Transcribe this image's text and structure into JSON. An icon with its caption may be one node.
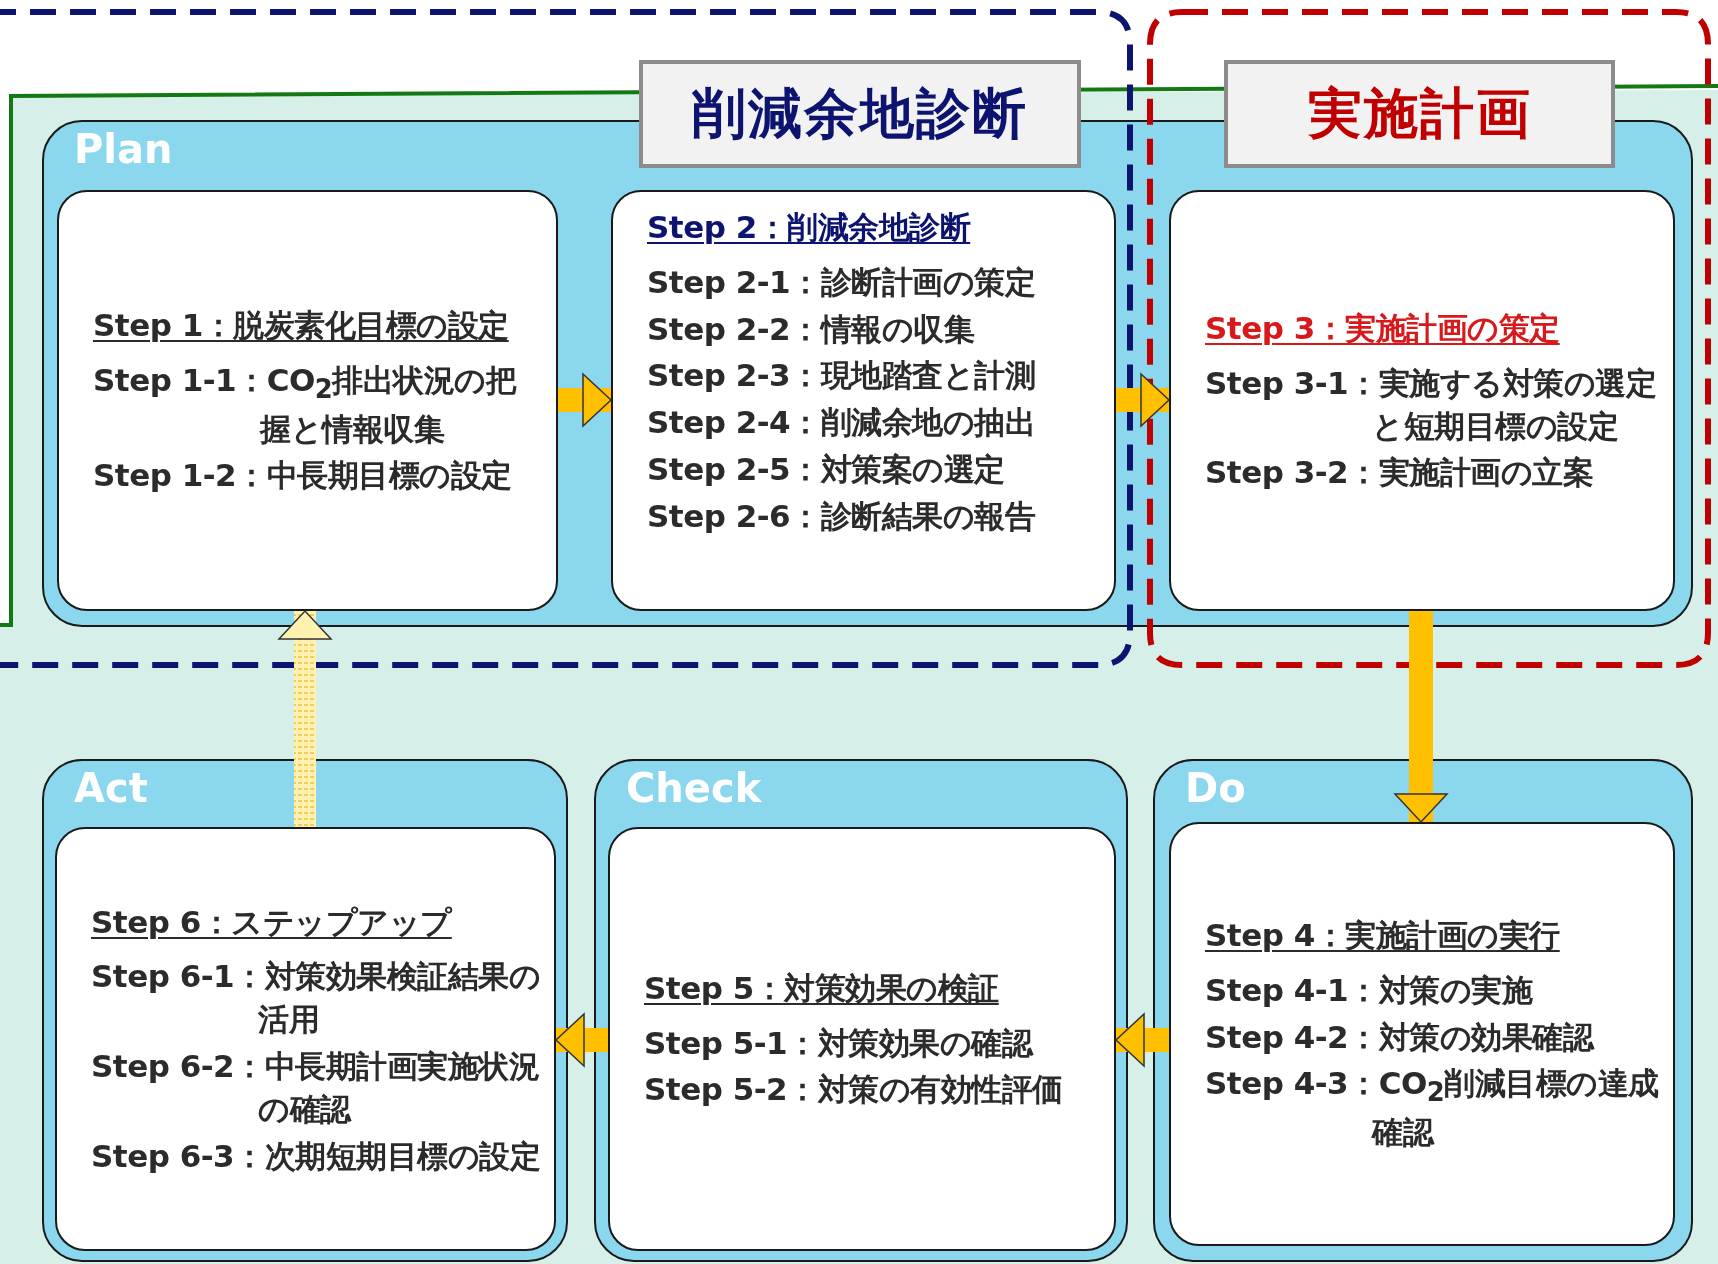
{
  "diagram": {
    "nodes": [
      {
        "text": [
          "Plan"
        ]
      },
      {
        "text": [
          "Step 1：脱炭素化目標の設定",
          "Step 1-1：CO$_{2}$排出状況の把握と情報収集",
          "Step 1-2：中長期目標の設定"
        ],
        "in": 0
      },
      {
        "text": [
          "Step 2：削減余地診断",
          "Step 2-1：診断計画の策定",
          "Step 2-2：情報の収集",
          "Step 2-3：現地踏査と計測",
          "Step 2-4：削減余地の抽出",
          "Step 2-5：対策案の選定",
          "Step 2-6：診断結果の報告"
        ],
        "in": 0
      },
      {
        "text": [
          "Step 3：実施計画の策定",
          "Step 3-1：実施する対策の選定と短期目標の設定",
          "Step 3-2：実施計画の立案"
        ],
        "in": 0
      },
      {
        "text": [
          "Act"
        ]
      },
      {
        "text": [
          "Step 6：ステップアップ",
          "Step 6-1：対策効果検証結果の活用",
          "Step 6-2：中長期計画実施状況の確認",
          "Step 6-3：次期短期目標の設定"
        ],
        "in": 4
      },
      {
        "text": [
          "Check"
        ]
      },
      {
        "text": [
          "Step 5：対策効果の検証",
          "Step 5-1：対策効果の確認",
          "Step 5-2：対策の有効性評価"
        ],
        "in": 6
      },
      {
        "text": [
          "Do"
        ]
      },
      {
        "text": [
          "Step 4：実施計画の実行",
          "Step 4-1：対策の実施",
          "Step 4-2：対策の効果確認",
          "Step 4-3：CO$_{2}$削減目標の達成確認"
        ],
        "in": 8
      },
      {
        "text": [
          "削減余地診断"
        ]
      },
      {
        "text": [
          "実施計画"
        ]
      }
    ],
    "edges": [
      {
        "from": 1,
        "to": 2,
        "arrow": "to"
      },
      {
        "from": 2,
        "to": 3,
        "arrow": "to"
      },
      {
        "from": 3,
        "to": 9,
        "arrow": "to"
      },
      {
        "from": 9,
        "to": 7,
        "arrow": "to"
      },
      {
        "from": 7,
        "to": 5,
        "arrow": "to"
      },
      {
        "from": 5,
        "to": 1,
        "arrow": "to",
        "style": "dashed",
        "color": "#fff2b0"
      }
    ]
  }
}
